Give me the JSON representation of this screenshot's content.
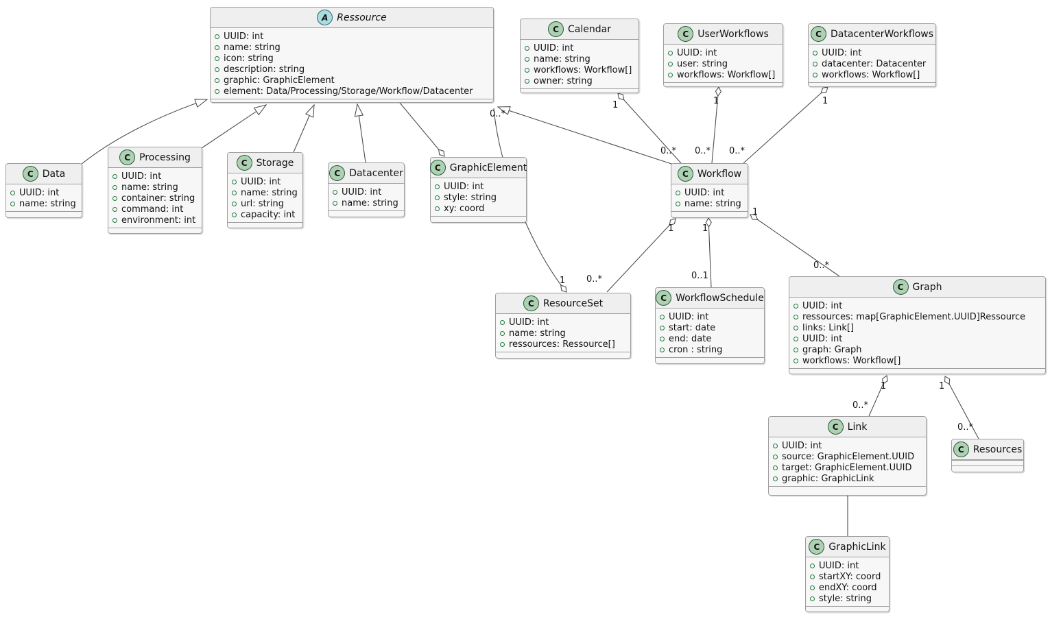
{
  "diagram": {
    "type": "uml-class-diagram",
    "notation": "PlantUML"
  },
  "colors": {
    "class_icon_green": "#ADD1B2",
    "abstract_icon_blue": "#A9DCDF",
    "header_gray": "#EFEFEF",
    "body_gray": "#F7F7F7",
    "border_gray": "#9E9E9E",
    "line_color": "#4D4D4D",
    "field_icon_green": "#1F7A3D"
  },
  "classes": [
    {
      "name": "Ressource",
      "stereotype": "A",
      "kind": "abstract class",
      "attributes": [
        "UUID: int",
        "name: string",
        "icon: string",
        "description: string",
        "graphic: GraphicElement",
        "element: Data/Processing/Storage/Workflow/Datacenter"
      ]
    },
    {
      "name": "Calendar",
      "stereotype": "C",
      "kind": "class",
      "attributes": [
        "UUID: int",
        "name: string",
        "workflows: Workflow[]",
        "owner: string"
      ]
    },
    {
      "name": "UserWorkflows",
      "stereotype": "C",
      "kind": "class",
      "attributes": [
        "UUID: int",
        "user: string",
        "workflows: Workflow[]"
      ]
    },
    {
      "name": "DatacenterWorkflows",
      "stereotype": "C",
      "kind": "class",
      "attributes": [
        "UUID: int",
        "datacenter: Datacenter",
        "workflows: Workflow[]"
      ]
    },
    {
      "name": "Data",
      "stereotype": "C",
      "kind": "class",
      "attributes": [
        "UUID: int",
        "name: string"
      ]
    },
    {
      "name": "Processing",
      "stereotype": "C",
      "kind": "class",
      "attributes": [
        "UUID: int",
        "name: string",
        "container: string",
        "command: int",
        "environment: int"
      ]
    },
    {
      "name": "Storage",
      "stereotype": "C",
      "kind": "class",
      "attributes": [
        "UUID: int",
        "name: string",
        "url: string",
        "capacity: int"
      ]
    },
    {
      "name": "Datacenter",
      "stereotype": "C",
      "kind": "class",
      "attributes": [
        "UUID: int",
        "name: string"
      ]
    },
    {
      "name": "GraphicElement",
      "stereotype": "C",
      "kind": "class",
      "attributes": [
        "UUID: int",
        "style: string",
        "xy: coord"
      ]
    },
    {
      "name": "Workflow",
      "stereotype": "C",
      "kind": "class",
      "attributes": [
        "UUID: int",
        "name: string"
      ]
    },
    {
      "name": "ResourceSet",
      "stereotype": "C",
      "kind": "class",
      "attributes": [
        "UUID: int",
        "name: string",
        "ressources: Ressource[]"
      ]
    },
    {
      "name": "WorkflowSchedule",
      "stereotype": "C",
      "kind": "class",
      "attributes": [
        "UUID: int",
        "start: date",
        "end: date",
        "cron : string"
      ]
    },
    {
      "name": "Graph",
      "stereotype": "C",
      "kind": "class",
      "attributes": [
        "UUID: int",
        "ressources: map[GraphicElement.UUID]Ressource",
        "links: Link[]",
        "UUID: int",
        "graph: Graph",
        "workflows: Workflow[]"
      ]
    },
    {
      "name": "Link",
      "stereotype": "C",
      "kind": "class",
      "attributes": [
        "UUID: int",
        "source: GraphicElement.UUID",
        "target: GraphicElement.UUID",
        "graphic: GraphicLink"
      ]
    },
    {
      "name": "Resources",
      "stereotype": "C",
      "kind": "class",
      "attributes": []
    },
    {
      "name": "GraphicLink",
      "stereotype": "C",
      "kind": "class",
      "attributes": [
        "UUID: int",
        "startXY: coord",
        "endXY: coord",
        "style: string"
      ]
    }
  ],
  "multiplicities": {
    "calendar_owner": "1",
    "calendar_workflows": "0..*",
    "userworkflows_owner": "1",
    "userworkflows_workflows": "0..*",
    "datacenterworkflows_owner": "1",
    "datacenterworkflows_workflows": "0..*",
    "resourceset_ressources_many": "0..*",
    "resourceset_owner": "1",
    "workflow_resourceset_many": "0..*",
    "workflow_resourceset_owner": "1",
    "workflow_schedule_opt": "0..1",
    "workflow_schedule_owner": "1",
    "workflow_graph_many": "0..*",
    "workflow_graph_owner": "1",
    "graph_links_many": "0..*",
    "graph_links_owner": "1",
    "graph_resources_many": "0..*",
    "graph_resources_owner": "1"
  }
}
